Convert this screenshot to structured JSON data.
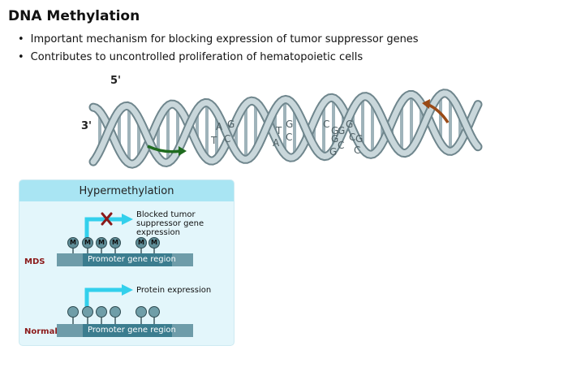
{
  "title": "DNA Methylation",
  "bullets": [
    "Important mechanism for blocking expression of tumor suppressor genes",
    "Contributes to uncontrolled proliferation of hematopoietic cells"
  ],
  "dna": {
    "five_prime": "5'",
    "three_prime": "3'",
    "bases": [
      "A",
      "T",
      "G",
      "C",
      "T",
      "A",
      "G",
      "C",
      "C",
      "G",
      "G",
      "G",
      "C",
      "C",
      "G",
      "C",
      "G",
      "G"
    ],
    "forward_arrow_color": "#1f6b1f",
    "reverse_arrow_color": "#9a4a16"
  },
  "panel": {
    "heading": "Hypermethylation",
    "mds": {
      "label": "MDS",
      "region": "Promoter gene region",
      "expression": "Blocked tumor suppressor gene expression",
      "methyl_mark": "M"
    },
    "normal": {
      "label": "Normal",
      "region": "Promoter gene region",
      "expression": "Protein expression"
    }
  },
  "colors": {
    "panel_bg": "#e3f6fb",
    "panel_header": "#a9e5f3",
    "arrow": "#33d0ec",
    "block_x": "#8b1a1a",
    "label_red": "#8b1a1a"
  }
}
